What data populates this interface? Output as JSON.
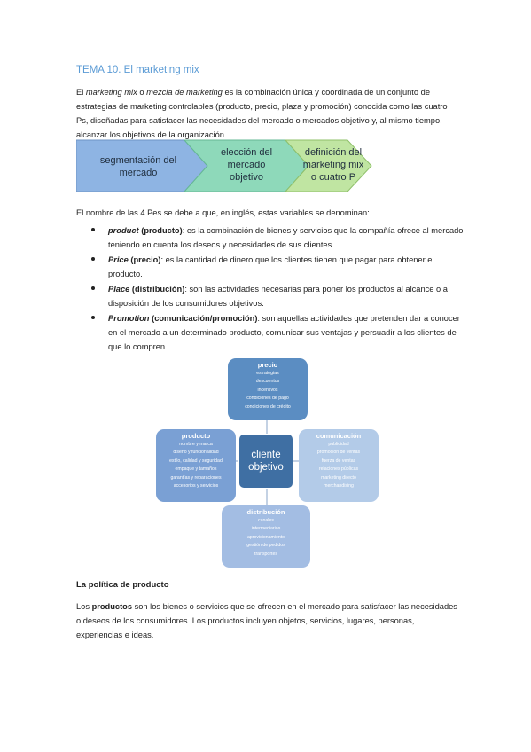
{
  "heading": "TEMA 10. El marketing mix",
  "intro": {
    "t1": "El ",
    "e1": "marketing mix",
    "t2": " o ",
    "e2": "mezcla de marketing",
    "t3": " es la combinación única y coordinada de un conjunto de estrategias de marketing controlables (producto, precio, plaza y promoción) conocida como las cuatro Ps, diseñadas para satisfacer las necesidades del mercado o mercados objetivo y, al mismo tiempo, alcanzar los objetivos de la organización."
  },
  "chevrons": [
    {
      "line1": "segmentación del",
      "line2": "mercado",
      "line3": "",
      "color": "#8eb4e3"
    },
    {
      "line1": "elección del",
      "line2": "mercado",
      "line3": "objetivo",
      "color": "#8ed9ba"
    },
    {
      "line1": "definición del",
      "line2": "marketing mix",
      "line3": "o cuatro P",
      "color": "#c0e5a2"
    }
  ],
  "names_intro": "El nombre de las 4 Pes se debe a que, en inglés, estas variables se denominan:",
  "bullets": [
    {
      "term": "product",
      "paren": "producto",
      "text": ": es la combinación de bienes y servicios que la compañía ofrece al mercado teniendo en cuenta los deseos y necesidades de sus clientes."
    },
    {
      "term": "Price",
      "paren": "precio",
      "text": ": es la cantidad de dinero que los clientes tienen que pagar para obtener el producto."
    },
    {
      "term": "Place",
      "paren": "distribución",
      "text": ": son las actividades necesarias para poner los productos al alcance o a disposición de los consumidores objetivos."
    },
    {
      "term": "Promotion",
      "paren": "comunicación/promoción",
      "text": ": son aquellas actividades que pretenden dar a conocer en el mercado a un determinado producto, comunicar sus ventajas y persuadir a los clientes de que lo compren."
    }
  ],
  "cycle": {
    "center": {
      "line1": "cliente",
      "line2": "objetivo"
    },
    "top": {
      "title": "precio",
      "items": [
        "estrategias",
        "descuentos",
        "incentivos",
        "condiciones de pago",
        "condiciones de crédito"
      ]
    },
    "left": {
      "title": "producto",
      "items": [
        "nombre y marca",
        "diseño y funcionalidad",
        "estilo, calidad y seguridad",
        "empaque y tamaños",
        "garantías y reparaciones",
        "accesorios y servicios"
      ]
    },
    "right": {
      "title": "comunicación",
      "items": [
        "publicidad",
        "promoción de ventas",
        "fuerza de ventas",
        "relaciones públicas",
        "marketing directo",
        "merchandising"
      ]
    },
    "bottom": {
      "title": "distribución",
      "items": [
        "canales",
        "intermediarios",
        "aprovisionamiento",
        "gestión de pedidos",
        "transportes"
      ]
    }
  },
  "section_title": "La política de producto",
  "closing": {
    "t1": "Los ",
    "strong": "productos",
    "t2": " son los bienes o servicios que se ofrecen en el mercado para satisfacer las necesidades o deseos de los consumidores. Los productos incluyen objetos, servicios, lugares, personas, experiencias e ideas."
  }
}
